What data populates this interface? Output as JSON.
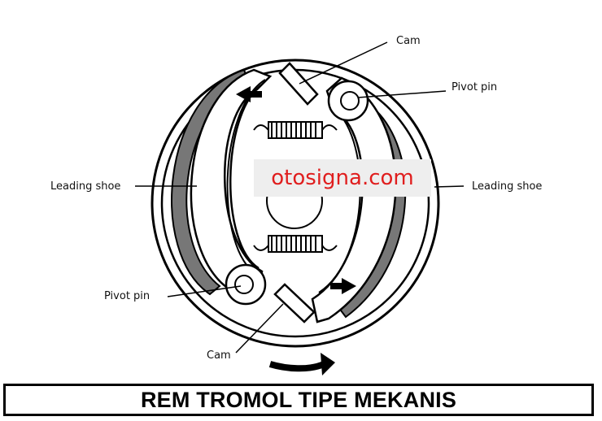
{
  "labels": {
    "cam_top": "Cam",
    "pivot_pin_top": "Pivot pin",
    "leading_shoe_left": "Leading shoe",
    "leading_shoe_right": "Leading shoe",
    "pivot_pin_bottom": "Pivot pin",
    "cam_bottom": "Cam"
  },
  "watermark": "otosigna.com",
  "caption": "REM TROMOL TIPE MEKANIS"
}
